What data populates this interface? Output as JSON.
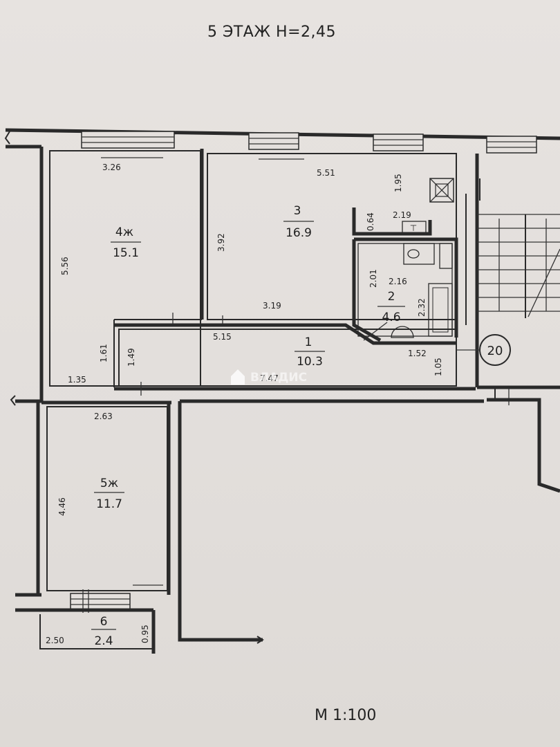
{
  "plan": {
    "title": "5 ЭТАЖ   Н=2,45",
    "scale": "М 1:100",
    "watermark": "ВЛАДИС",
    "stair_section": "20",
    "rooms": [
      {
        "id": "4ж",
        "area": "15.1"
      },
      {
        "id": "3",
        "area": "16.9"
      },
      {
        "id": "2",
        "area": "4.6"
      },
      {
        "id": "1",
        "area": "10.3"
      },
      {
        "id": "5ж",
        "area": "11.7"
      },
      {
        "id": "6",
        "area": "2.4"
      }
    ],
    "dimensions": {
      "r4_width": "3.26",
      "r4_height": "5.56",
      "r4_nook_h": "1.61",
      "r4_nook_w": "1.35",
      "r3_width": "5.51",
      "r3_height": "3.92",
      "r3_bottom": "3.19",
      "r3_vent": "1.95",
      "r3_niche_h": "0.64",
      "r3_niche_w": "2.19",
      "r2_height": "2.01",
      "r2_width": "2.16",
      "r2_bath": "2.32",
      "r1_top": "5.15",
      "r1_left": "1.49",
      "r1_bottom": "7.47",
      "r1_right_w": "1.52",
      "r1_right_h": "1.05",
      "r5_width": "2.63",
      "r5_height": "4.46",
      "r6_width": "2.50",
      "r6_depth": "0.95"
    }
  }
}
